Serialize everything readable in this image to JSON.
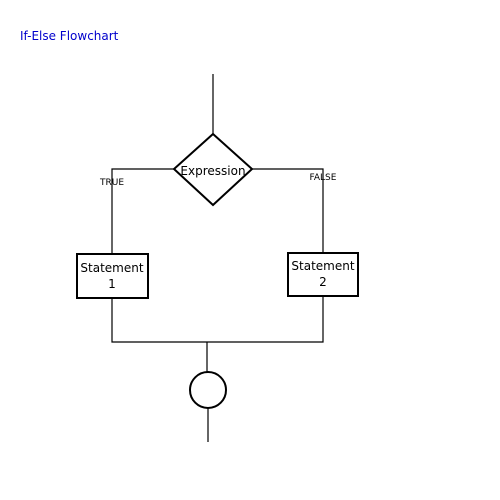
{
  "title": "If-Else Flowchart",
  "colors": {
    "title": "#0000cc",
    "stroke": "#000000",
    "background": "#ffffff"
  },
  "nodes": {
    "decision": "Expression",
    "statement1": [
      "Statement",
      "1"
    ],
    "statement2": [
      "Statement",
      "2"
    ]
  },
  "edges": {
    "true_label": "TRUE",
    "false_label": "FALSE"
  }
}
